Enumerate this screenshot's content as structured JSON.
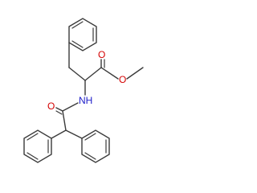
{
  "molecule": {
    "atoms": {
      "o_carbonyl_ester": "O",
      "o_ester": "O",
      "methyl": "",
      "nh": "NH",
      "o_amide": "O"
    },
    "colors": {
      "bond": "#3a3a3a",
      "oxygen": "#d40000",
      "nitrogen": "#1c1cc8",
      "background": "#ffffff"
    }
  }
}
